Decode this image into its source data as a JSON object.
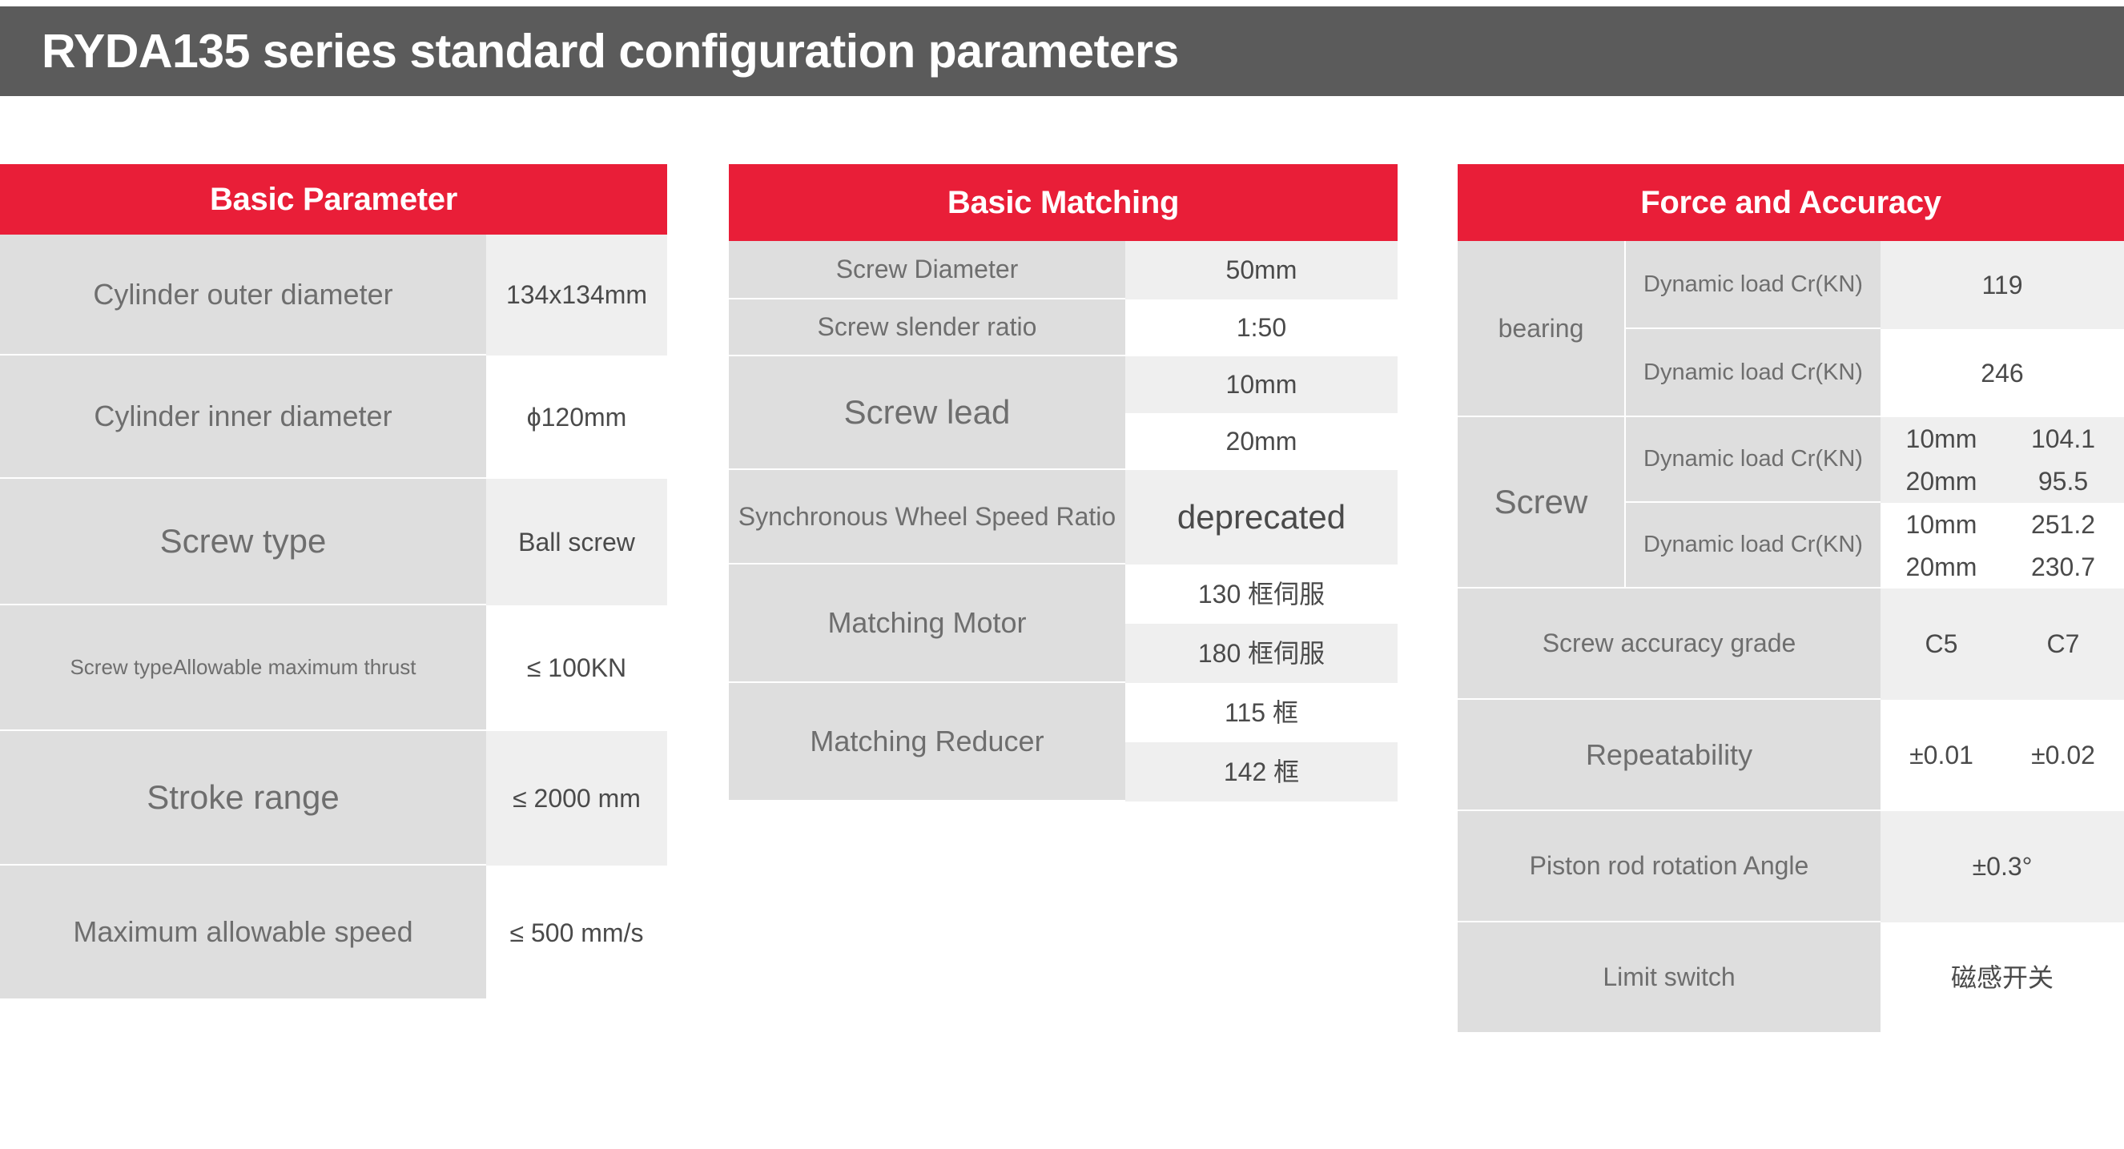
{
  "title": "RYDA135  series standard configuration parameters",
  "accent_color": "#E91E38",
  "title_bar_color": "#5b5b5b",
  "label_cell_color": "#dedede",
  "value_cell_shade_color": "#efefef",
  "columns": {
    "basic_parameter": {
      "header": "Basic Parameter",
      "rows": [
        {
          "label": "Cylinder outer diameter",
          "value": "134x134mm"
        },
        {
          "label": "Cylinder inner diameter",
          "value": "ϕ120mm"
        },
        {
          "label": "Screw type",
          "value": "Ball screw"
        },
        {
          "label": "Screw typeAllowable maximum thrust",
          "value": "≤ 100KN"
        },
        {
          "label": "Stroke range",
          "value": "≤ 2000 mm"
        },
        {
          "label": "Maximum allowable speed",
          "value": "≤ 500 mm/s"
        }
      ]
    },
    "basic_matching": {
      "header": "Basic Matching",
      "rows": [
        {
          "label": "Screw Diameter",
          "values": [
            "50mm"
          ]
        },
        {
          "label": "Screw slender ratio",
          "values": [
            "1:50"
          ]
        },
        {
          "label": "Screw lead",
          "values": [
            "10mm",
            "20mm"
          ]
        },
        {
          "label": "Synchronous Wheel Speed Ratio",
          "values": [
            "deprecated"
          ]
        },
        {
          "label": "Matching Motor",
          "values": [
            "130 框伺服",
            "180 框伺服"
          ]
        },
        {
          "label": "Matching Reducer",
          "values": [
            "115 框",
            "142 框"
          ]
        }
      ]
    },
    "force_and_accuracy": {
      "header": "Force and Accuracy",
      "groups": [
        {
          "name": "bearing",
          "subrows": [
            {
              "label": "Dynamic load Cr(KN)",
              "rows": [
                {
                  "cells": [
                    "119"
                  ]
                }
              ]
            },
            {
              "label": "Dynamic load Cr(KN)",
              "rows": [
                {
                  "cells": [
                    "246"
                  ]
                }
              ]
            }
          ]
        },
        {
          "name": "Screw",
          "subrows": [
            {
              "label": "Dynamic load Cr(KN)",
              "rows": [
                {
                  "cells": [
                    "10mm",
                    "104.1"
                  ]
                },
                {
                  "cells": [
                    "20mm",
                    "95.5"
                  ]
                }
              ]
            },
            {
              "label": "Dynamic load Cr(KN)",
              "rows": [
                {
                  "cells": [
                    "10mm",
                    "251.2"
                  ]
                },
                {
                  "cells": [
                    "20mm",
                    "230.7"
                  ]
                }
              ]
            }
          ]
        }
      ],
      "rows": [
        {
          "label": "Screw accuracy grade",
          "values": [
            "C5",
            "C7"
          ]
        },
        {
          "label": "Repeatability",
          "values": [
            "±0.01",
            "±0.02"
          ]
        },
        {
          "label": "Piston rod rotation Angle",
          "values": [
            "±0.3°"
          ]
        },
        {
          "label": "Limit switch",
          "values": [
            "磁感开关"
          ]
        }
      ]
    }
  }
}
